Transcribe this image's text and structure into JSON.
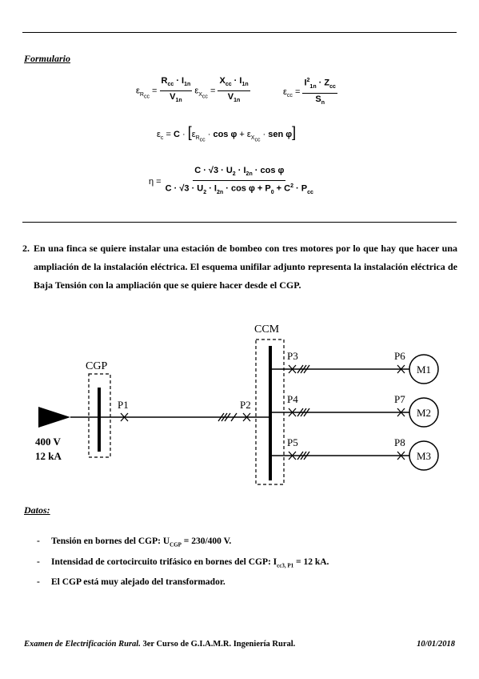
{
  "formulario": {
    "heading": "Formulario"
  },
  "question": {
    "number": "2.",
    "text": "En una finca se quiere instalar una estación de bombeo con tres motores por lo que hay que hacer una ampliación de la instalación eléctrica. El esquema unifilar adjunto representa la instalación eléctrica de Baja Tensión con la ampliación que se quiere hacer desde el CGP."
  },
  "diagram": {
    "cgp_label": "CGP",
    "ccm_label": "CCM",
    "source_voltage": "400 V",
    "source_current": "12 kA",
    "points": [
      "P1",
      "P2",
      "P3",
      "P4",
      "P5",
      "P6",
      "P7",
      "P8"
    ],
    "motors": [
      "M1",
      "M2",
      "M3"
    ]
  },
  "datos": {
    "heading": "Datos:",
    "items": [
      "Tensión en bornes del CGP: U<sub>CGP</sub> = 230/400 V.",
      "Intensidad de cortocircuito trifásico en bornes del CGP: I<sub>cc3, P1</sub> = 12 kA.",
      "El CGP está muy alejado del transformador."
    ]
  },
  "footer": {
    "left_italic": "Examen de Electrificación Rural.",
    "left_rest": " 3er Curso de G.I.A.M.R. Ingeniería Rural.",
    "date": "10/01/2018"
  }
}
